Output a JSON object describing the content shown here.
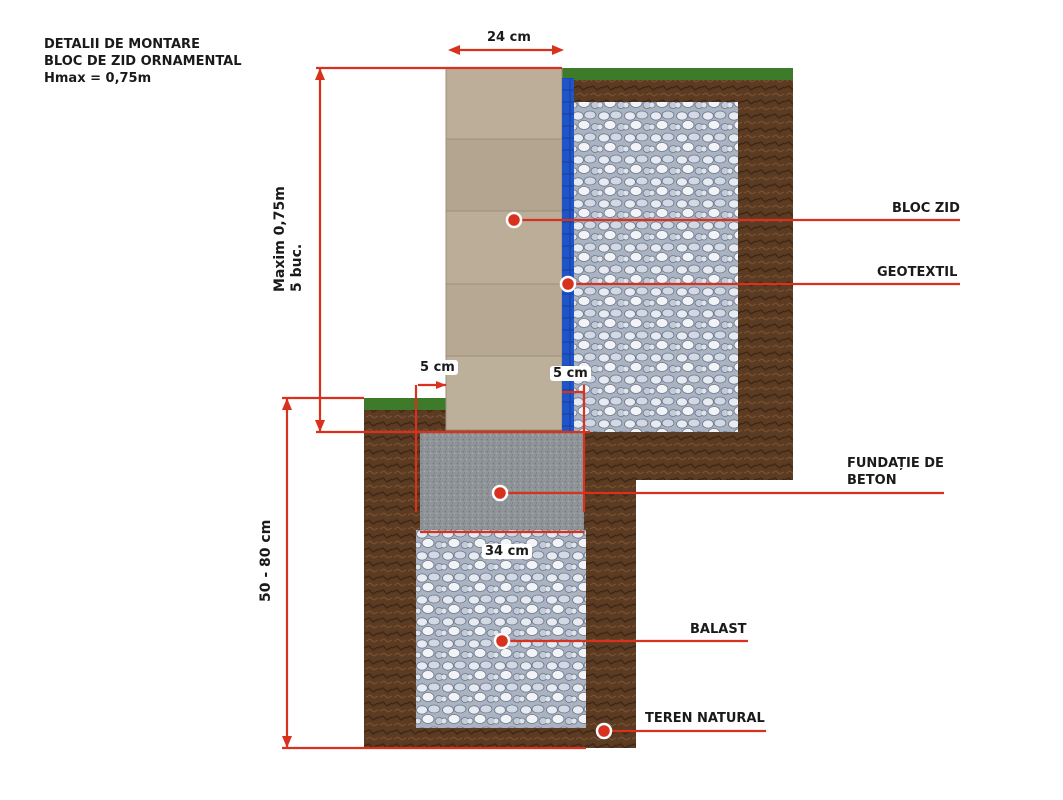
{
  "title": {
    "line1": "DETALII DE MONTARE",
    "line2": "BLOC DE ZID ORNAMENTAL",
    "line3": "Hmax = 0,75m"
  },
  "labels": {
    "bloc_zid": "BLOC ZID",
    "geotextil": "GEOTEXTIL",
    "fundatie_line1": "FUNDAȚIE DE",
    "fundatie_line2": "BETON",
    "balast": "BALAST",
    "teren_natural": "TEREN NATURAL"
  },
  "dimensions": {
    "block_width": "24 cm",
    "offset_left": "5 cm",
    "offset_right": "5 cm",
    "foundation_width": "34 cm",
    "wall_height_line1": "Maxim 0,75m",
    "wall_height_line2": "5 buc.",
    "depth": "50 - 80 cm"
  },
  "colors": {
    "dimension_red": "#d8321f",
    "soil": "#5a3a22",
    "gravel": "#c9d0dc",
    "block": "#b9ab96",
    "geotextile": "#1f55c8",
    "concrete": "#8d9397",
    "grass": "#3d7a2a"
  }
}
